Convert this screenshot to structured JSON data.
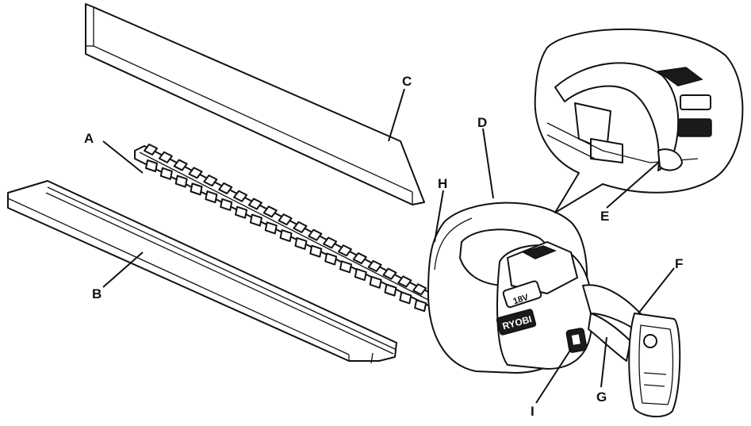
{
  "labels": {
    "A": "A",
    "B": "B",
    "C": "C",
    "D": "D",
    "E": "E",
    "F": "F",
    "G": "G",
    "H": "H",
    "I": "I"
  },
  "brand_text": "RYOBI",
  "voltage_text": "18V",
  "colors": {
    "line": "#111111",
    "background": "#ffffff"
  }
}
